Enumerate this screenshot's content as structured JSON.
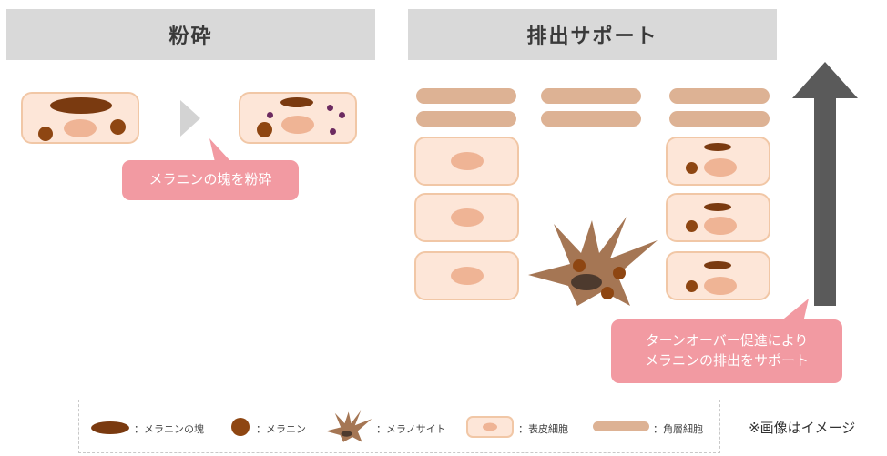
{
  "sections": {
    "left_title": "粉砕",
    "right_title": "排出サポート"
  },
  "callouts": {
    "crush": "メラニンの塊を粉砕",
    "turnover_line1": "ターンオーバー促進により",
    "turnover_line2": "メラニンの排出をサポート"
  },
  "legend": {
    "items": [
      {
        "icon": "melanin-clump-icon",
        "label": "：メラニンの塊"
      },
      {
        "icon": "melanin-icon",
        "label": "：メラニン"
      },
      {
        "icon": "melanocyte-icon",
        "label": "：メラノサイト"
      },
      {
        "icon": "epidermal-cell-icon",
        "label": "：表皮細胞"
      },
      {
        "icon": "horny-cell-icon",
        "label": "：角層細胞"
      }
    ]
  },
  "note": "※画像はイメージ",
  "colors": {
    "header_bg": "#d9d9d9",
    "cell_fill": "#fde6d8",
    "cell_border": "#f1c7a6",
    "nucleus": "#efb495",
    "melanin": "#8e4612",
    "fine_melanin": "#6c2a60",
    "melanocyte": "#a57654",
    "horny_cell": "#ddb294",
    "callout": "#f29aa2",
    "arrow": "#5a5a5a"
  }
}
